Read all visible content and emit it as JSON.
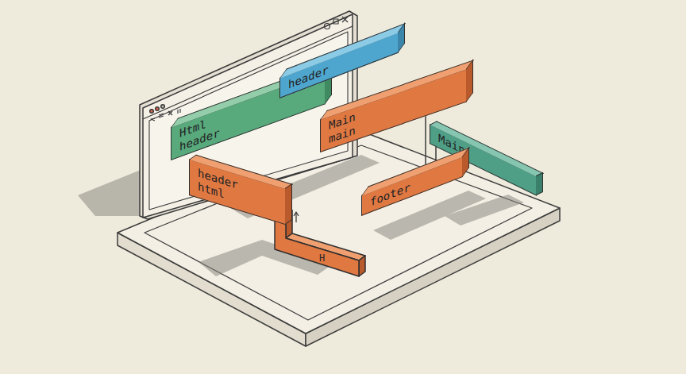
{
  "diagram": {
    "nodes": [
      {
        "text": [
          "header"
        ]
      },
      {
        "text": [
          "Html",
          "header"
        ]
      },
      {
        "text": [
          "Main",
          "main"
        ]
      },
      {
        "text": [
          "Main"
        ]
      },
      {
        "text": [
          "header",
          "html"
        ]
      },
      {
        "text": [
          "footer"
        ]
      }
    ],
    "edges": [
      {
        "from": 2,
        "to": 5,
        "arrow": "none"
      },
      {
        "from": 3,
        "to": 5,
        "arrow": "none"
      }
    ],
    "labels": [
      "H"
    ]
  }
}
